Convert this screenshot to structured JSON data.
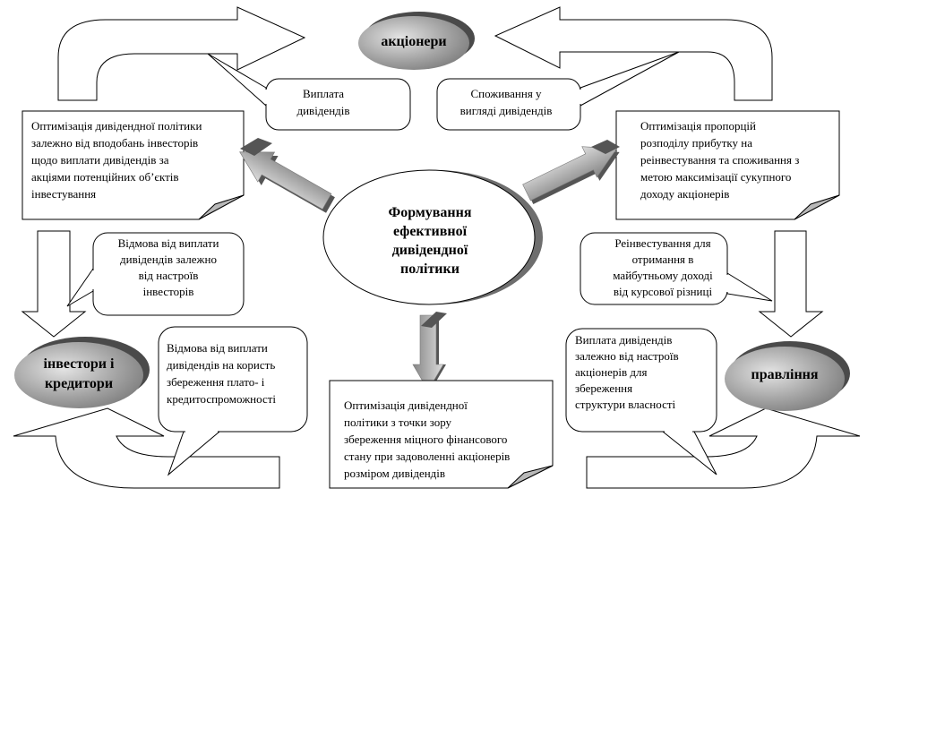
{
  "diagram": {
    "nodes": {
      "shareholders": "акціонери",
      "investors_creditors": "інвестори і\nкредитори",
      "management": "правління",
      "center": "Формування\nефективної\nдивідендної\nполітики"
    },
    "boxes": {
      "left": "Оптимізація дивідендної політики\nзалежно від вподобань інвесторів\nщодо виплати дивідендів за\nакціями потенційних об’єктів\nінвестування",
      "right": "Оптимізація пропорцій\nрозподілу прибутку на\nреінвестування та споживання з\nметою максимізації сукупного\nдоходу акціонерів",
      "bottom": "Оптимізація дивідендної\nполітики з точки зору\nзбереження міцного фінансового\nстану при задоволенні акціонерів\nрозміром дивідендів"
    },
    "callouts": {
      "dividend_payment": "Виплата\nдивідендів",
      "consumption": "Споживання у\nвигляді дивідендів",
      "refusal_investors": "Відмова від виплати\nдивідендів залежно\nвід настроїв\nінвесторів",
      "refusal_solvency": "Відмова від виплати\nдивідендів на користь\nзбереження плато- і\nкредитоспроможності",
      "reinvestment": "Реінвестування для\nотримання в\nмайбутньому доході\nвід курсової різниці",
      "payment_ownership": "Виплата дивідендів\nзалежно від настроїв\nакціонерів для\nзбереження\nструктури власності"
    },
    "colors": {
      "ellipse_light": "#e4e4e4",
      "ellipse_mid": "#a4a4a4",
      "ellipse_dark": "#4a4a4a",
      "arrow_light": "#dcdcdc",
      "arrow_dark": "#858585",
      "fold": "#b8b8b8"
    }
  }
}
